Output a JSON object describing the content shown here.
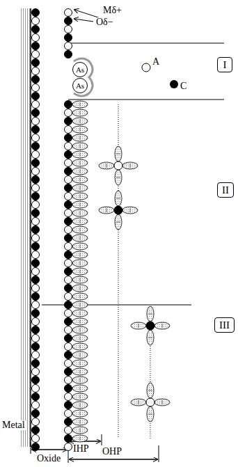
{
  "diagram": {
    "nodes": [
      {
        "text": [
          "I"
        ]
      },
      {
        "text": [
          "As"
        ]
      },
      {
        "text": [
          "As"
        ]
      },
      {
        "text": [
          "II"
        ]
      },
      {
        "text": [
          "III"
        ]
      }
    ],
    "labels": [
      "Mδ+",
      "Oδ−",
      "A",
      "C",
      "Metal",
      "Oxide",
      "IHP",
      "OHP"
    ]
  }
}
